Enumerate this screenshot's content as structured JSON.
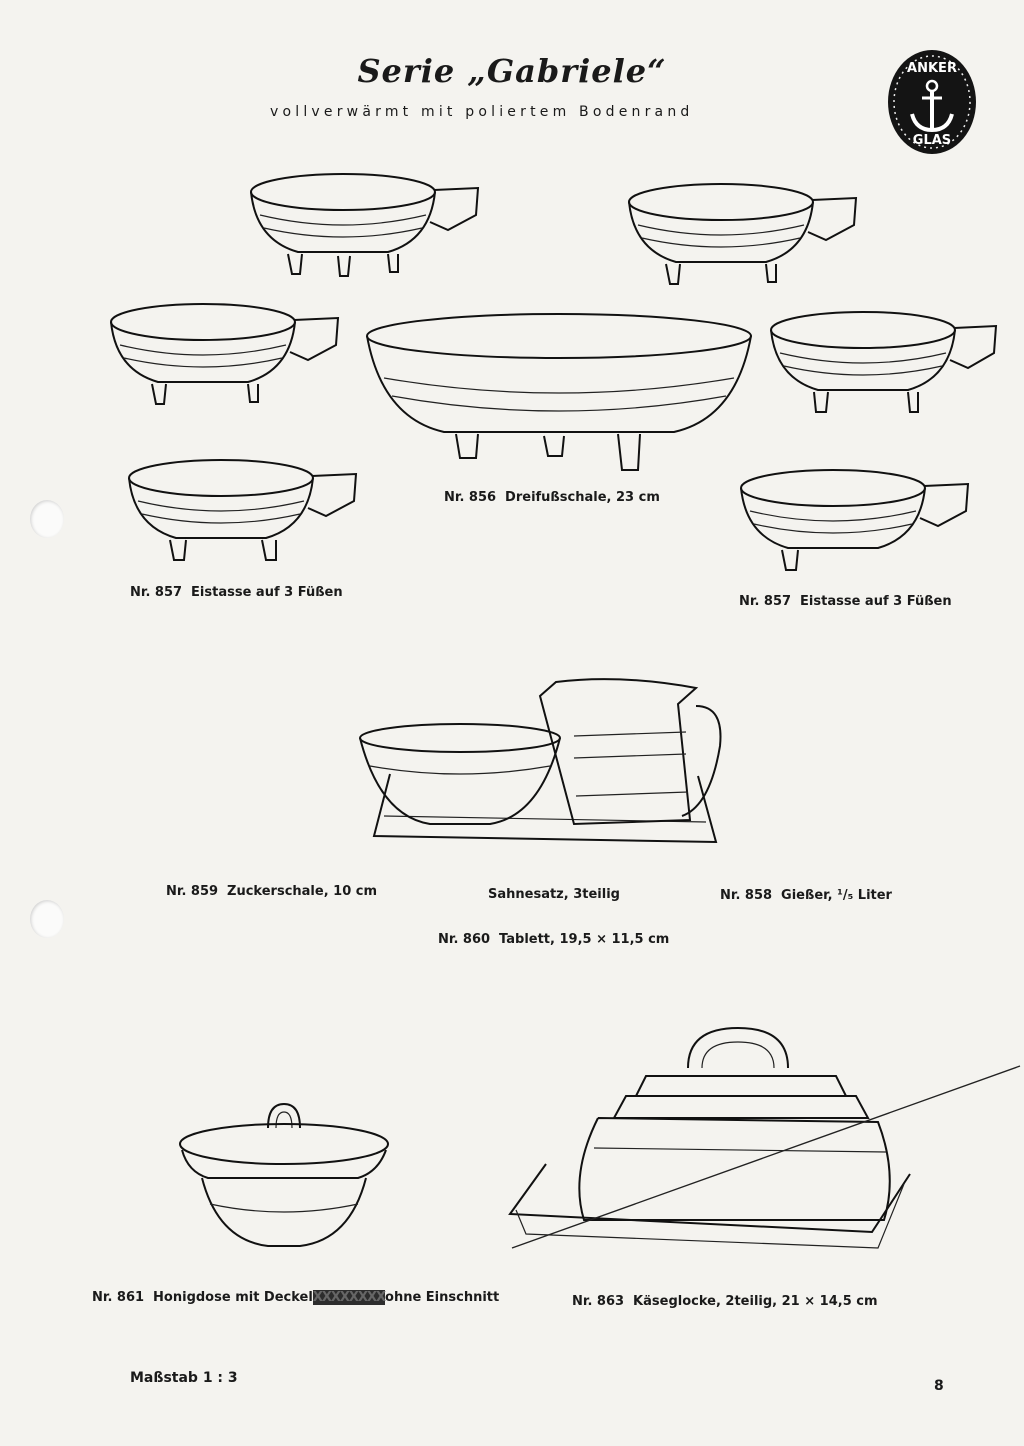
{
  "header": {
    "title": "Serie „Gabriele“",
    "subtitle": "vollverwärmt mit poliertem Bodenrand",
    "logo_icon": "anker-glas-logo",
    "logo_text": "ANKER GLAS"
  },
  "items": {
    "nr856": {
      "nr": "Nr. 856",
      "label": "Dreifußschale, 23 cm"
    },
    "nr857_left": {
      "nr": "Nr. 857",
      "label": "Eistasse auf 3 Füßen"
    },
    "nr857_right": {
      "nr": "Nr. 857",
      "label": "Eistasse auf 3 Füßen"
    },
    "nr859": {
      "nr": "Nr. 859",
      "label": "Zuckerschale, 10 cm"
    },
    "sahnesatz": {
      "label": "Sahnesatz, 3teilig"
    },
    "nr858": {
      "nr": "Nr. 858",
      "label": "Gießer, ¹/₅ Liter"
    },
    "nr860": {
      "nr": "Nr. 860",
      "label": "Tablett, 19,5 × 11,5 cm"
    },
    "nr861": {
      "nr": "Nr. 861",
      "label_before": "Honigdose mit Deckel",
      "struck": "XXXXXXXX",
      "label_after": "ohne Einschnitt"
    },
    "nr863": {
      "nr": "Nr. 863",
      "label": "Käseglocke, 2teilig, 21 × 14,5 cm"
    }
  },
  "footer": {
    "scale": "Maßstab 1 : 3",
    "page_number": "8"
  }
}
